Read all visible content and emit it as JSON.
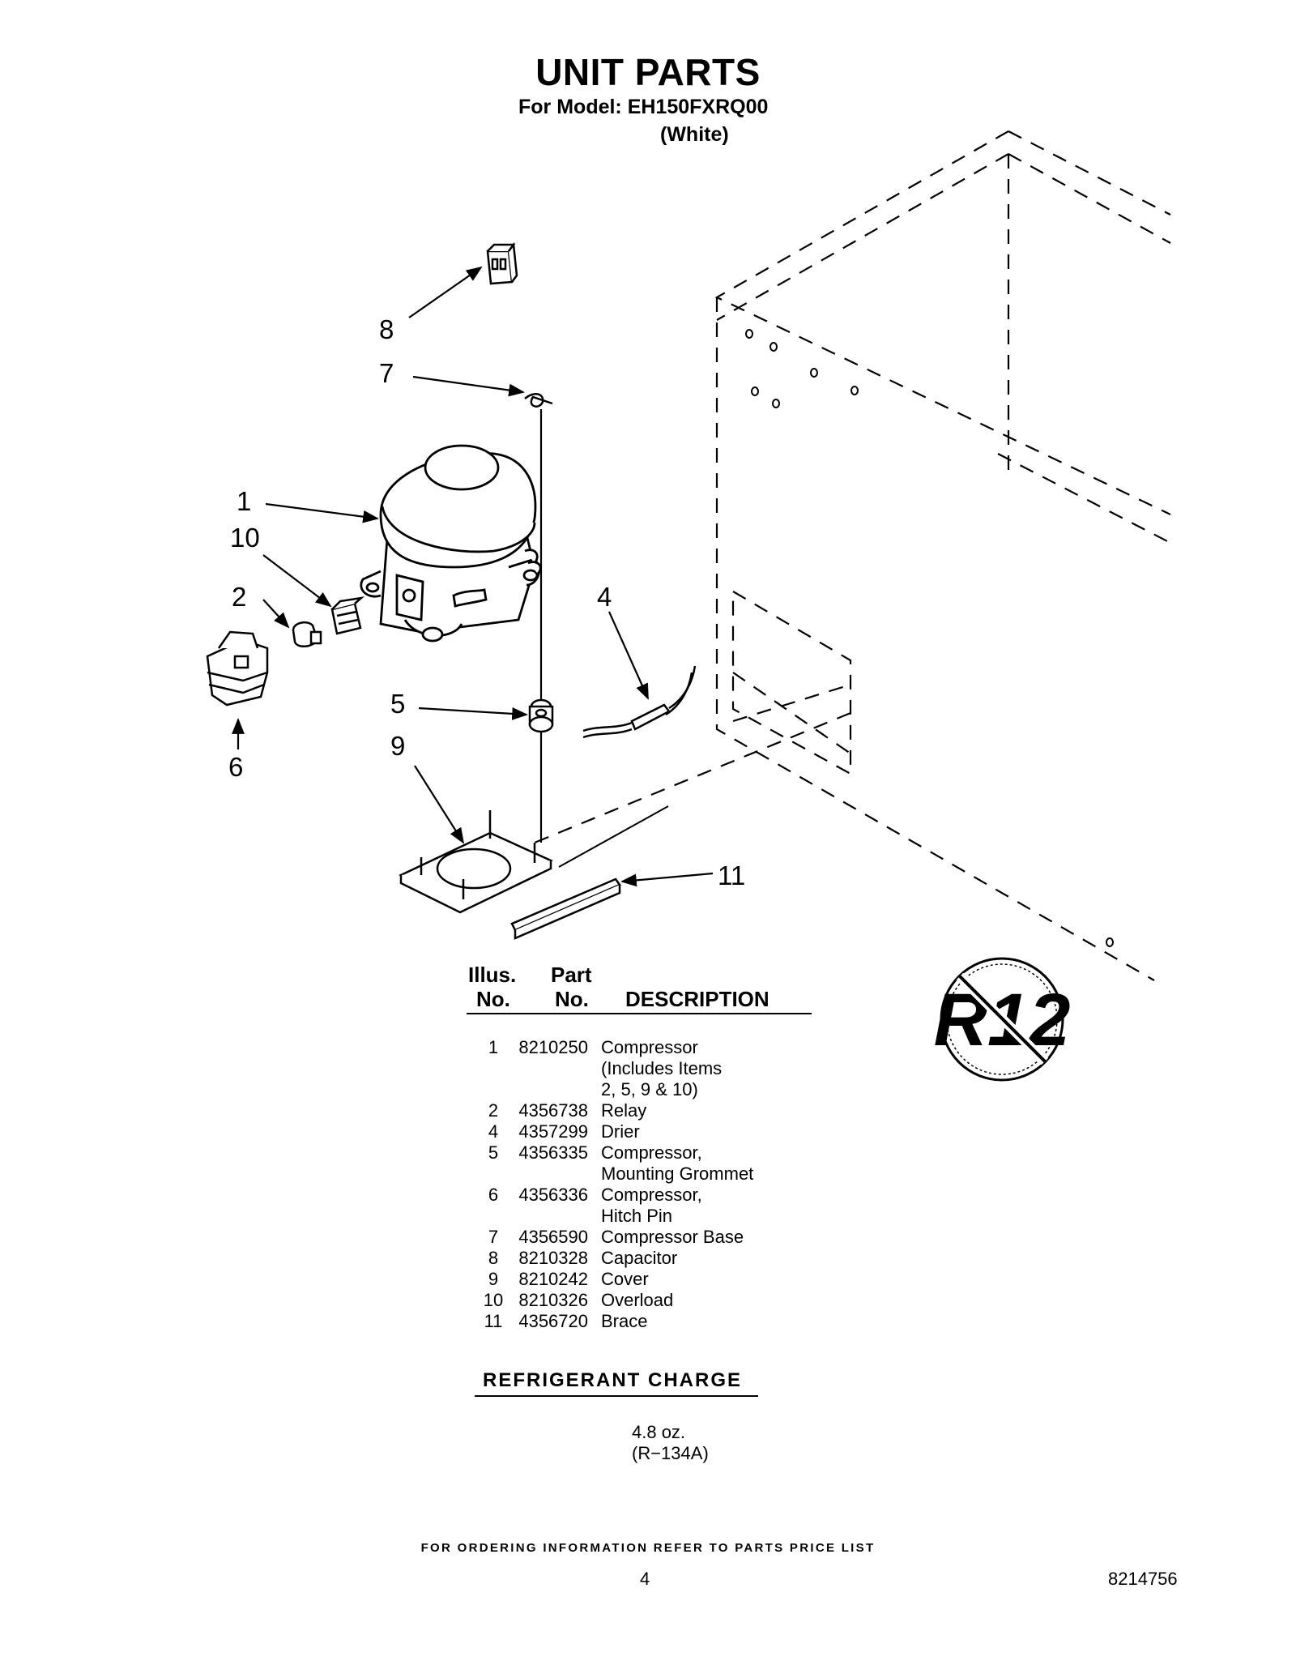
{
  "header": {
    "title": "UNIT PARTS",
    "model_line": "For Model: EH150FXRQ00",
    "color_line": "(White)"
  },
  "callouts": [
    "1",
    "2",
    "4",
    "5",
    "6",
    "7",
    "8",
    "9",
    "10",
    "11"
  ],
  "badge": {
    "text": "R12"
  },
  "table": {
    "headers": {
      "illus_line1": "Illus.",
      "illus_line2": "No.",
      "part_line1": "Part",
      "part_line2": "No.",
      "description": "DESCRIPTION"
    },
    "rows": [
      {
        "illus": "1",
        "part": "8210250",
        "description": [
          "Compressor",
          "(Includes Items",
          "2, 5, 9 & 10)"
        ]
      },
      {
        "illus": "2",
        "part": "4356738",
        "description": [
          "Relay"
        ]
      },
      {
        "illus": "4",
        "part": "4357299",
        "description": [
          "Drier"
        ]
      },
      {
        "illus": "5",
        "part": "4356335",
        "description": [
          "Compressor,",
          "Mounting Grommet"
        ]
      },
      {
        "illus": "6",
        "part": "4356336",
        "description": [
          "Compressor,",
          "Hitch Pin"
        ]
      },
      {
        "illus": "7",
        "part": "4356590",
        "description": [
          "Compressor Base"
        ]
      },
      {
        "illus": "8",
        "part": "8210328",
        "description": [
          "Capacitor"
        ]
      },
      {
        "illus": "9",
        "part": "8210242",
        "description": [
          "Cover"
        ]
      },
      {
        "illus": "10",
        "part": "8210326",
        "description": [
          "Overload"
        ]
      },
      {
        "illus": "11",
        "part": "4356720",
        "description": [
          "Brace"
        ]
      }
    ]
  },
  "refrigerant": {
    "heading": "REFRIGERANT CHARGE",
    "amount": "4.8 oz.",
    "type": "(R−134A)"
  },
  "footer": {
    "ordering_note": "FOR ORDERING INFORMATION REFER TO PARTS PRICE LIST",
    "page_number": "4",
    "document_number": "8214756"
  }
}
